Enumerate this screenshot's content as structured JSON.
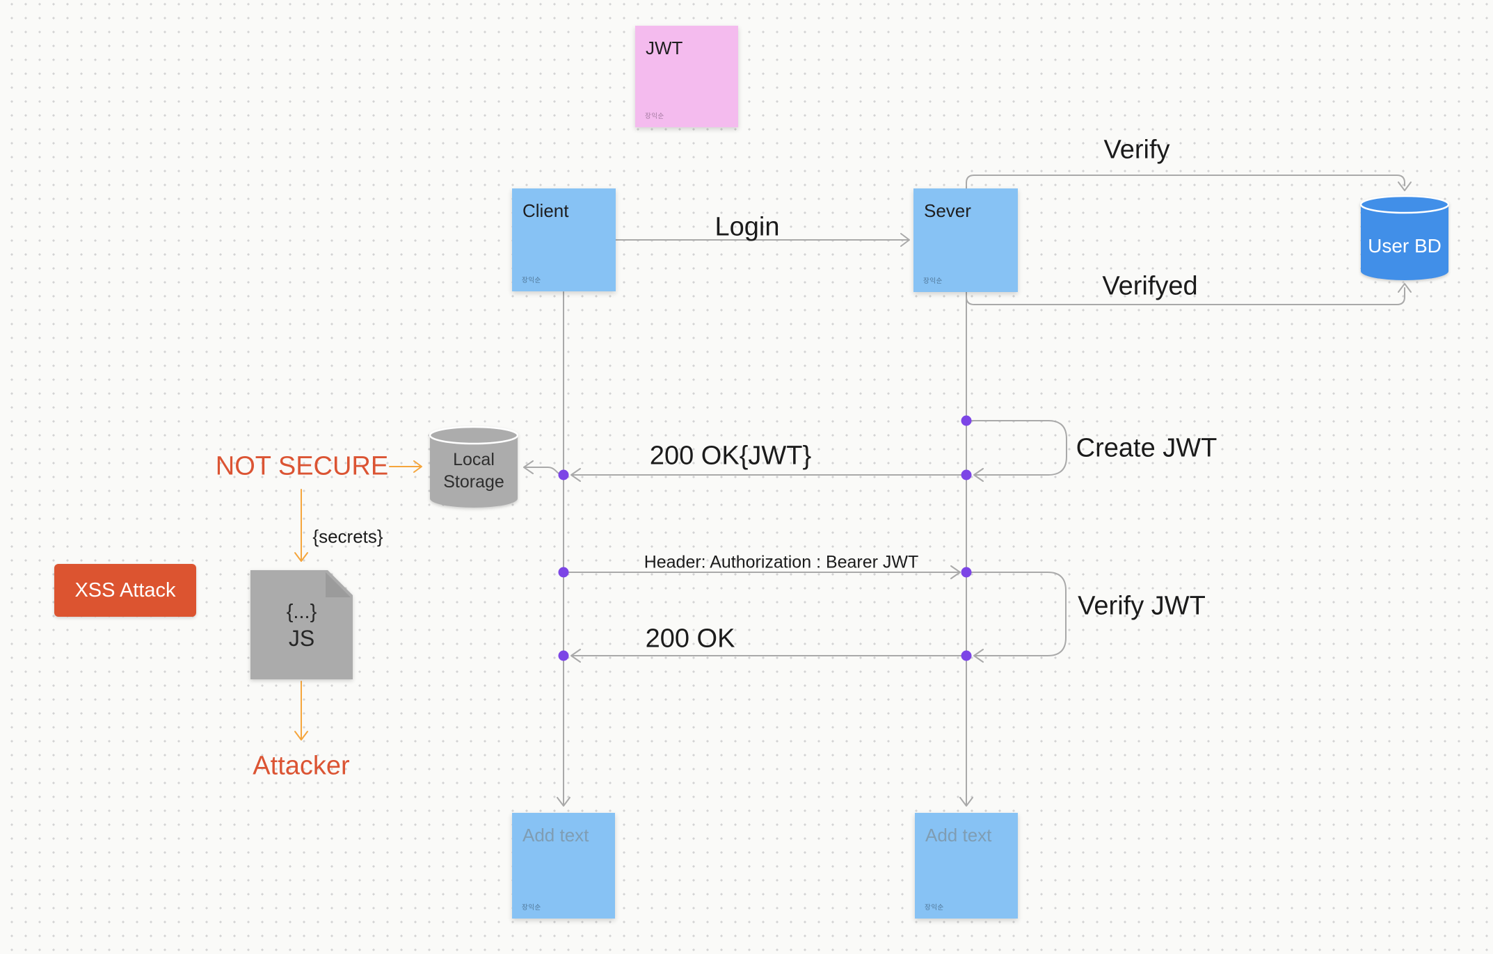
{
  "canvas": {
    "background": "#FAFAF8",
    "grid_dot_color": "#D3D3D3"
  },
  "palette": {
    "sticky_blue": "#87C2F4",
    "sticky_pink": "#F4BBEE",
    "db_blue": "#418FE8",
    "shape_gray": "#ABABAB",
    "connector_gray": "#A9A9A9",
    "connector_orange": "#F5A53C",
    "alert_red": "#DB5433",
    "sync_dot_purple": "#7C45E6"
  },
  "stickies": {
    "jwt": {
      "title": "JWT",
      "author": "장익순"
    },
    "client": {
      "title": "Client",
      "author": "장익순"
    },
    "server": {
      "title": "Sever",
      "author": "장익순"
    },
    "client_end": {
      "title": "Add text",
      "author": "장익순"
    },
    "server_end": {
      "title": "Add text",
      "author": "장익순"
    }
  },
  "shapes": {
    "user_db": {
      "label": "User BD"
    },
    "local_storage": {
      "line1": "Local",
      "line2": "Storage"
    },
    "js_file": {
      "line1": "{...}",
      "line2": "JS"
    },
    "xss_box": {
      "label": "XSS Attack"
    }
  },
  "labels": {
    "login": "Login",
    "verify": "Verify",
    "verifyed": "Verifyed",
    "ok_jwt": "200 OK{JWT}",
    "create_jwt": "Create JWT",
    "header_auth": "Header: Authorization : Bearer JWT",
    "ok": "200 OK",
    "verify_jwt": "Verify JWT",
    "not_secure": "NOT SECURE",
    "secrets": "{secrets}",
    "attacker": "Attacker"
  }
}
